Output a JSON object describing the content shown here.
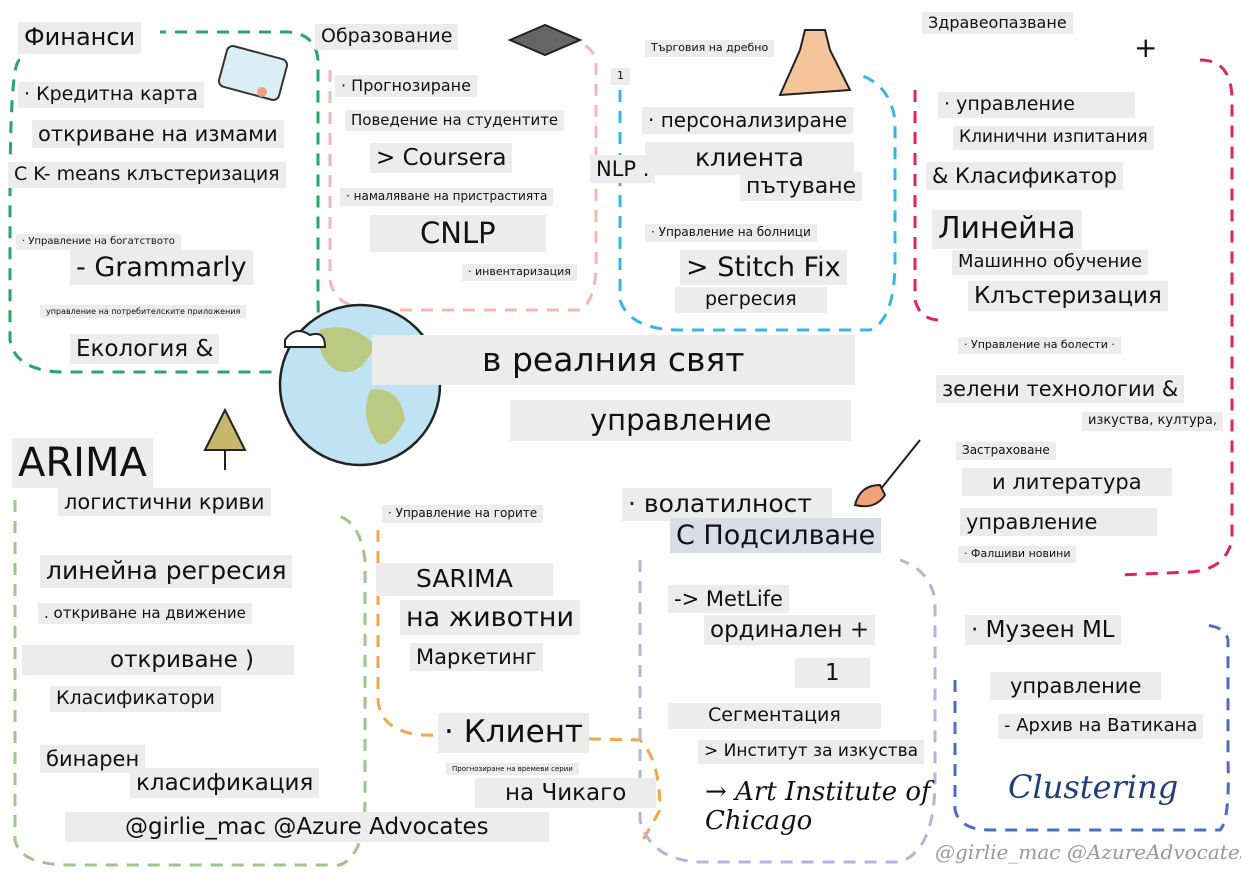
{
  "title": "в реалния свят",
  "subtitle": "управление",
  "colors": {
    "finance": "#2aa56a",
    "education": "#f4b8b0",
    "retail": "#3ab5e0",
    "health": "#e0245e",
    "bottom_left": "#9bc88a",
    "bottom_mid": "#f5a54a",
    "bottom_center": "#b9b2e0",
    "bottom_right": "#4a6fc0",
    "label_bg": "#ececec"
  },
  "labels": [
    "Финанси",
    "· Кредитна карта",
    "откриване на измами",
    "С K- means клъстеризация",
    "· Управление на богатството",
    "- Grammarly",
    "управление на потребителските приложения",
    "Екология &",
    "Образование",
    "· Прогнозиране",
    "Поведение на студентите",
    "> Coursera",
    "· намаляване на пристрастията",
    "CNLP",
    "· инвентаризация",
    "Търговия на дребно",
    "1",
    "· персонализиране",
    "клиента",
    "NLP .",
    "пътуване",
    "· Управление на болници",
    "> Stitch Fix",
    "регресия",
    "Здравеопазване",
    "+",
    "· управление",
    "Клинични изпитания",
    "& Класификатор",
    "Линейна",
    "Машинно обучение",
    "Клъстеризация",
    "· Управление на болести ·",
    "зелени технологии &",
    "изкуства, култура,",
    "Застраховане",
    "и литература",
    "управление",
    "· Фалшиви новини",
    "ARIMA",
    "логистични криви",
    "линейна регресия",
    ". откриване на движение",
    "откриване )",
    "Класификатори",
    "бинарен",
    "класификация",
    "@girlie_mac @Azure Advocates",
    "· Управление на горите",
    "SARIMA",
    "на животни",
    "Маркетинг",
    "· Клиент",
    "Прогнозиране на времеви серии",
    "на Чикаго",
    "· волатилност",
    "С Подсилване",
    "-> MetLife",
    "ординален +",
    "1",
    "Сегментация",
    "> Институт за изкуства",
    "· Музеен ML",
    "управление",
    "- Архив на Ватикана"
  ],
  "handwritten": {
    "art_institute": "→ Art Institute of Chicago",
    "clustering": "Clustering",
    "credit": "@girlie_mac @AzureAdvocates"
  }
}
